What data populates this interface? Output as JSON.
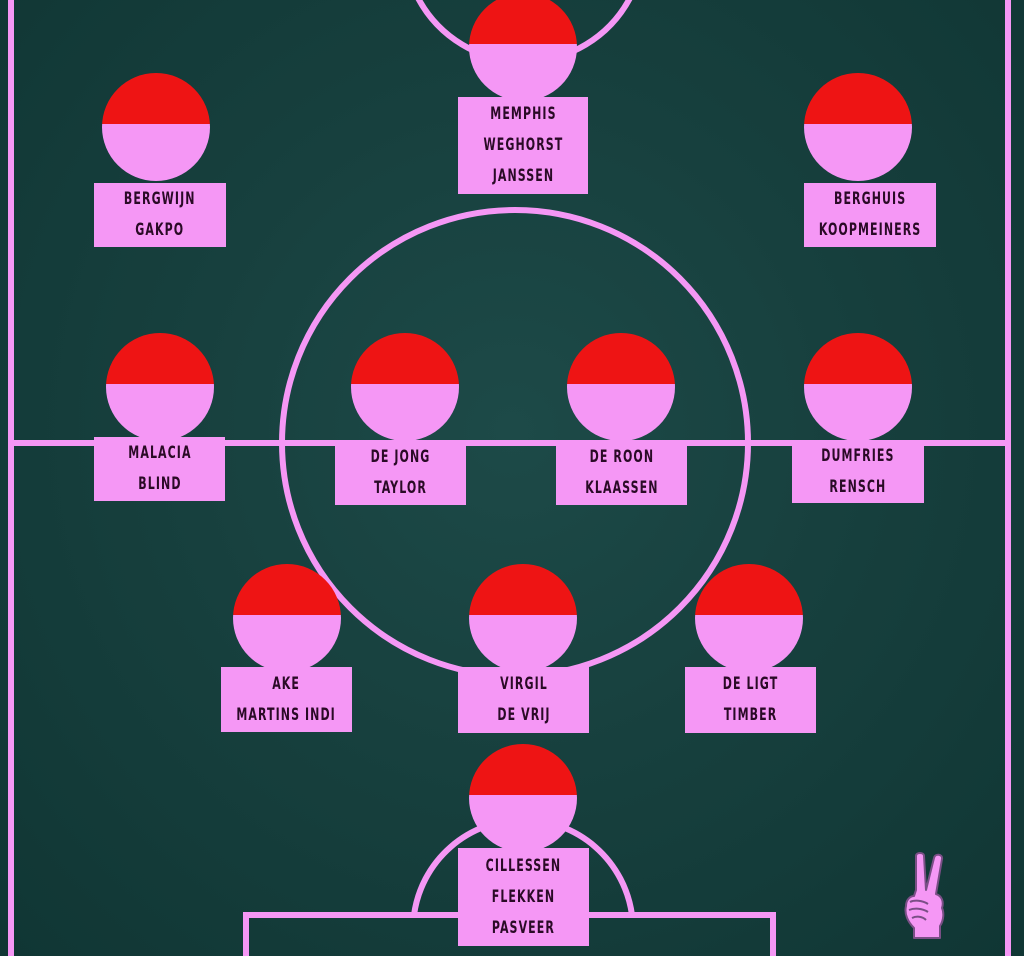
{
  "formation": "4-3-3",
  "colors": {
    "pitch": "#17403e",
    "lines": "#f597f5",
    "kit_top": "#ee1414",
    "kit_bottom": "#f597f5",
    "label_bg": "#f597f5",
    "label_text": "#2a0a26"
  },
  "players": {
    "striker": {
      "names": [
        "MEMPHIS",
        "WEGHORST",
        "JANSSEN"
      ]
    },
    "left_wing": {
      "names": [
        "BERGWIJN",
        "GAKPO"
      ]
    },
    "right_wing": {
      "names": [
        "BERGHUIS",
        "KOOPMEINERS"
      ]
    },
    "left_wingback": {
      "names": [
        "MALACIA",
        "BLIND"
      ]
    },
    "left_mid": {
      "names": [
        "DE JONG",
        "TAYLOR"
      ]
    },
    "right_mid": {
      "names": [
        "DE ROON",
        "KLAASSEN"
      ]
    },
    "right_wingback": {
      "names": [
        "DUMFRIES",
        "RENSCH"
      ]
    },
    "left_cb": {
      "names": [
        "AKE",
        "MARTINS INDI"
      ]
    },
    "center_cb": {
      "names": [
        "VIRGIL",
        "DE VRIJ"
      ]
    },
    "right_cb": {
      "names": [
        "DE LIGT",
        "TIMBER"
      ]
    },
    "goalkeeper": {
      "names": [
        "CILLESSEN",
        "FLEKKEN",
        "PASVEER"
      ]
    }
  },
  "icons": {
    "peace_hand": "victory-hand-icon"
  }
}
